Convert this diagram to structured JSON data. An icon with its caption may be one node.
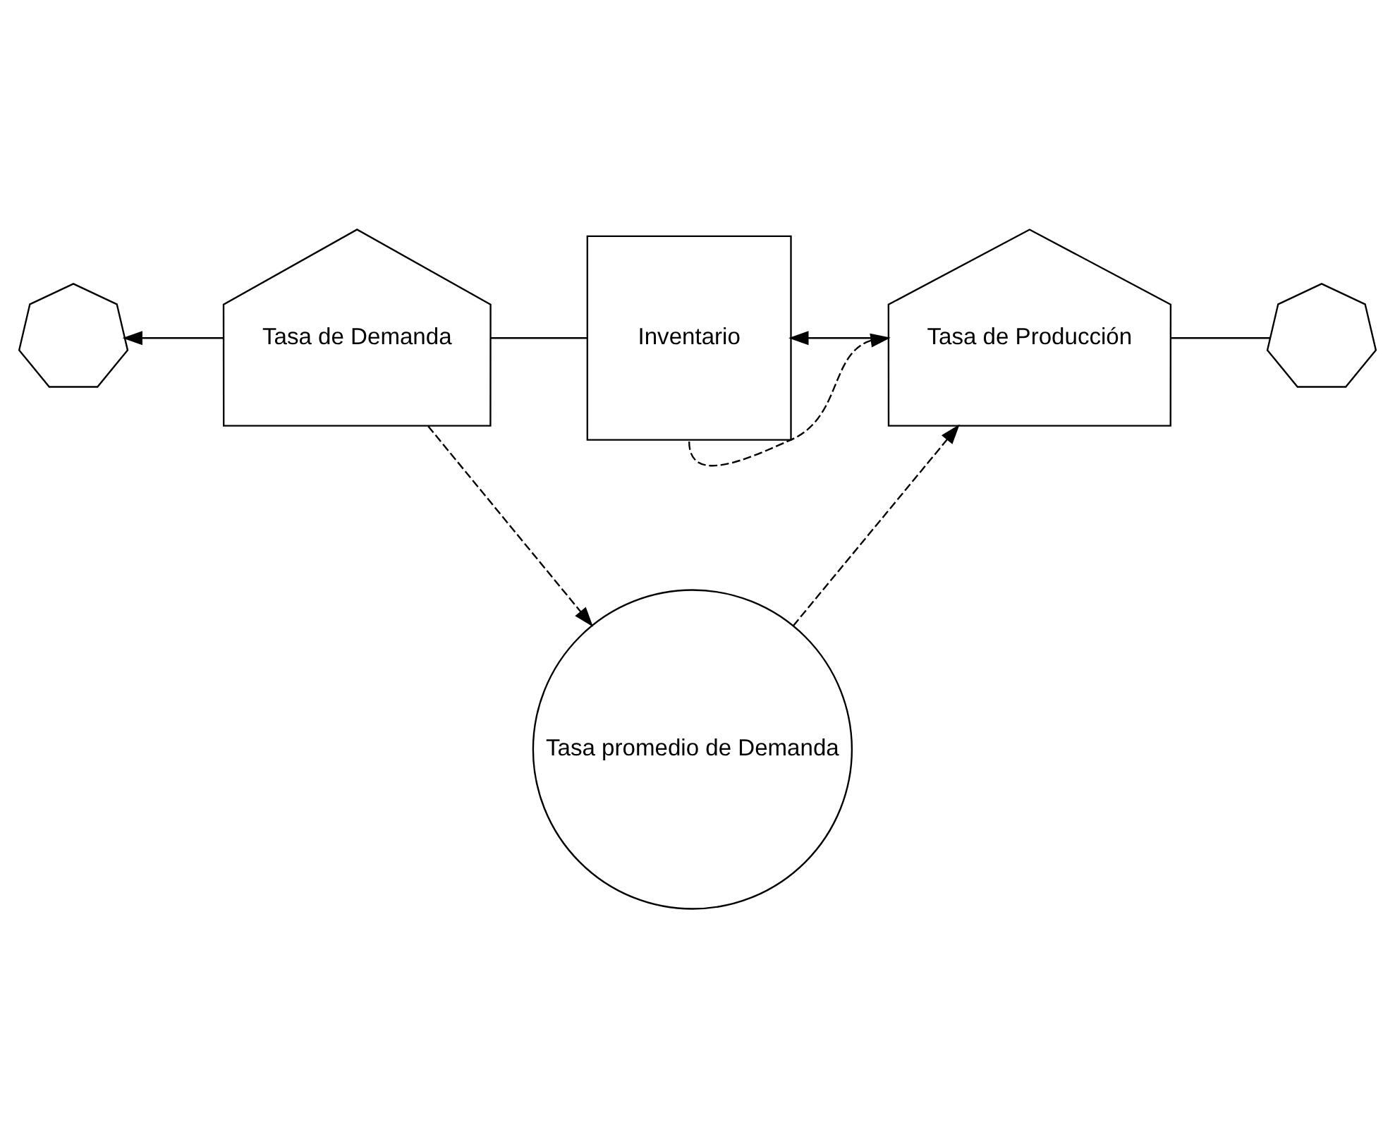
{
  "diagram": {
    "nodes": [
      {
        "text": [],
        "shape": "cloud"
      },
      {
        "text": [
          "Tasa de Demanda"
        ]
      },
      {
        "text": [
          "Inventario"
        ]
      },
      {
        "text": [
          "Tasa de Producción"
        ]
      },
      {
        "text": [],
        "shape": "cloud"
      },
      {
        "text": [
          "Tasa promedio de Demanda"
        ]
      }
    ],
    "edges": [
      {
        "from": 2,
        "to": 1,
        "arrow": "none"
      },
      {
        "from": 1,
        "to": 0,
        "arrow": "to"
      },
      {
        "from": 4,
        "to": 3,
        "arrow": "none"
      },
      {
        "from": 3,
        "to": 2,
        "arrow": "to"
      },
      {
        "from": 2,
        "to": 3,
        "arrow": "to",
        "style": "dashed"
      },
      {
        "from": 1,
        "to": 5,
        "arrow": "to",
        "style": "dashed"
      },
      {
        "from": 5,
        "to": 3,
        "arrow": "to",
        "style": "dashed"
      }
    ]
  }
}
